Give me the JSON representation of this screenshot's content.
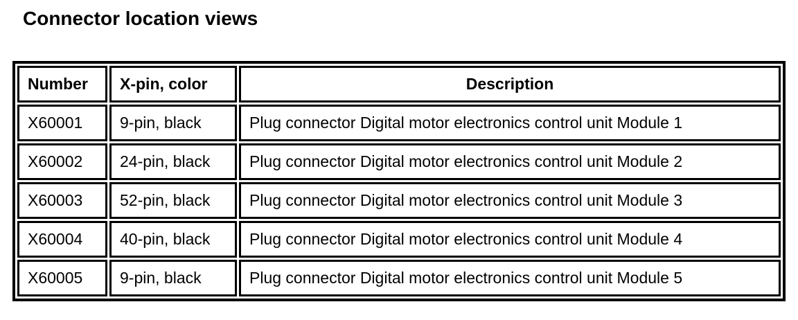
{
  "page": {
    "title": "Connector location views"
  },
  "colors": {
    "text": "#000000",
    "border": "#000000",
    "background": "#ffffff"
  },
  "table": {
    "headers": [
      {
        "label": "Number",
        "align": "left"
      },
      {
        "label": "X-pin, color",
        "align": "left"
      },
      {
        "label": "Description",
        "align": "center"
      }
    ],
    "rows": [
      {
        "number": "X60001",
        "pin_color": "9-pin, black",
        "description": "Plug connector Digital motor electronics control unit Module 1"
      },
      {
        "number": "X60002",
        "pin_color": "24-pin, black",
        "description": "Plug connector Digital motor electronics control unit Module 2"
      },
      {
        "number": "X60003",
        "pin_color": "52-pin, black",
        "description": "Plug connector Digital motor electronics control unit Module 3"
      },
      {
        "number": "X60004",
        "pin_color": "40-pin, black",
        "description": "Plug connector Digital motor electronics control unit Module 4"
      },
      {
        "number": "X60005",
        "pin_color": "9-pin, black",
        "description": "Plug connector Digital motor electronics control unit Module 5"
      }
    ]
  }
}
